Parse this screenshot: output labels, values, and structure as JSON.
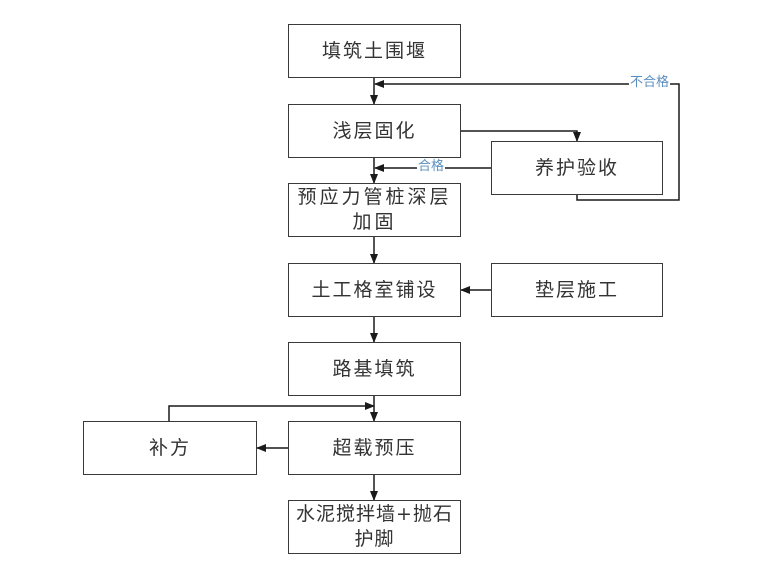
{
  "diagram": {
    "type": "flowchart",
    "nodes": [
      {
        "id": "n1",
        "label": "填筑土围堰"
      },
      {
        "id": "n2",
        "label": "浅层固化"
      },
      {
        "id": "n3",
        "label": "养护验收"
      },
      {
        "id": "n4",
        "label": "预应力管桩深层加固"
      },
      {
        "id": "n5",
        "label": "土工格室铺设"
      },
      {
        "id": "n6",
        "label": "垫层施工"
      },
      {
        "id": "n7",
        "label": "路基填筑"
      },
      {
        "id": "n8",
        "label": "超载预压"
      },
      {
        "id": "n9",
        "label": "补方"
      },
      {
        "id": "n10",
        "label": "水泥搅拌墙+抛石护脚"
      }
    ],
    "edges": [
      {
        "from": "n1",
        "to": "n2",
        "label": ""
      },
      {
        "from": "n2",
        "to": "n3",
        "label": ""
      },
      {
        "from": "n3",
        "to": "n4",
        "label": "合格"
      },
      {
        "from": "n3",
        "to": "n2",
        "label": "不合格"
      },
      {
        "from": "n4",
        "to": "n5",
        "label": ""
      },
      {
        "from": "n6",
        "to": "n5",
        "label": ""
      },
      {
        "from": "n5",
        "to": "n7",
        "label": ""
      },
      {
        "from": "n7",
        "to": "n8",
        "label": ""
      },
      {
        "from": "n8",
        "to": "n9",
        "label": ""
      },
      {
        "from": "n9",
        "to": "n8",
        "label": ""
      },
      {
        "from": "n8",
        "to": "n10",
        "label": ""
      }
    ],
    "edge_labels": {
      "pass": "合格",
      "fail": "不合格"
    },
    "colors": {
      "line": "#1a1a1a",
      "border": "#3a3a3a",
      "edge_label": "#5b8fc0"
    }
  }
}
